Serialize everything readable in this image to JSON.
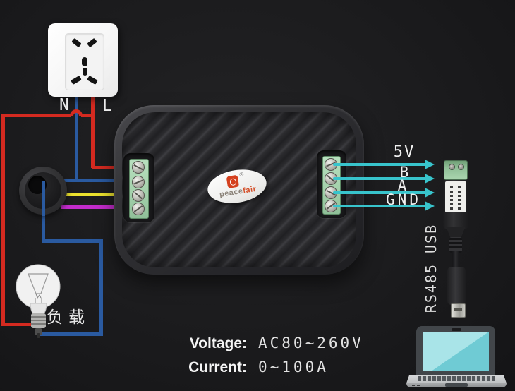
{
  "socket": {
    "n": "N",
    "l": "L"
  },
  "load": {
    "label": "负载"
  },
  "device": {
    "brand_peace": "peace",
    "brand_fair": "fair",
    "logo_registered": "®"
  },
  "signals": {
    "items": [
      {
        "label": "5V"
      },
      {
        "label": "B"
      },
      {
        "label": "A"
      },
      {
        "label": "GND"
      }
    ]
  },
  "adapter": {
    "label": "RS485 USB"
  },
  "specs": {
    "voltage_label": "Voltage:",
    "voltage_value": "AC80~260V",
    "current_label": "Current:",
    "current_value": "0~100A"
  },
  "wires": [
    {
      "name": "live",
      "color": "#d42a20",
      "from": "socket-L",
      "to": [
        "meter-terminal-1",
        "load"
      ]
    },
    {
      "name": "neutral",
      "color": "#2a5aa0",
      "from": "socket-N",
      "to": [
        "meter-terminal-2",
        "load-through-ct-coil"
      ]
    },
    {
      "name": "ct-lead-1",
      "color": "#ece22e",
      "from": "ct-coil",
      "to": "meter-terminal-3"
    },
    {
      "name": "ct-lead-2",
      "color": "#c32ccc",
      "from": "ct-coil",
      "to": "meter-terminal-4"
    },
    {
      "name": "signal-5v",
      "color": "#38c4cc",
      "from": "meter-right-terminal-1",
      "to": "rs485-adapter"
    },
    {
      "name": "signal-b",
      "color": "#38c4cc",
      "from": "meter-right-terminal-2",
      "to": "rs485-adapter"
    },
    {
      "name": "signal-a",
      "color": "#38c4cc",
      "from": "meter-right-terminal-3",
      "to": "rs485-adapter"
    },
    {
      "name": "signal-gnd",
      "color": "#38c4cc",
      "from": "meter-right-terminal-4",
      "to": "rs485-adapter"
    }
  ],
  "colors": {
    "background": "#1b1b1d",
    "signal_arrow": "#38c4cc",
    "terminal_green": "#a9d4ae",
    "brand_red": "#d4401e",
    "label_text": "#ececec"
  }
}
